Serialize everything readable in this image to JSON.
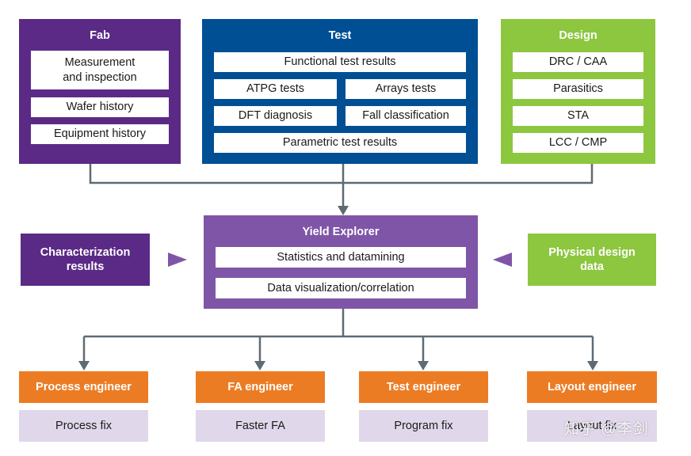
{
  "colors": {
    "fab": "#5b2a86",
    "test": "#004f95",
    "design": "#8dc63f",
    "yield": "#7f55a8",
    "role": "#ec7c24",
    "outcome": "#e0d8ea",
    "connector": "#5f6b73"
  },
  "fab": {
    "title": "Fab",
    "items": [
      "Measurement\nand inspection",
      "Wafer history",
      "Equipment history"
    ]
  },
  "test": {
    "title": "Test",
    "full_top": "Functional test results",
    "left": [
      "ATPG tests",
      "DFT diagnosis"
    ],
    "right": [
      "Arrays tests",
      "Fall classification"
    ],
    "full_bottom": "Parametric test results"
  },
  "design": {
    "title": "Design",
    "items": [
      "DRC / CAA",
      "Parasitics",
      "STA",
      "LCC / CMP"
    ]
  },
  "characterization": {
    "label": "Characterization\nresults"
  },
  "physical": {
    "label": "Physical design\ndata"
  },
  "yield_explorer": {
    "title": "Yield Explorer",
    "items": [
      "Statistics and datamining",
      "Data visualization/correlation"
    ]
  },
  "roles": [
    {
      "role": "Process engineer",
      "outcome": "Process fix"
    },
    {
      "role": "FA engineer",
      "outcome": "Faster FA"
    },
    {
      "role": "Test engineer",
      "outcome": "Program fix"
    },
    {
      "role": "Layout engineer",
      "outcome": "Layout fix"
    }
  ],
  "watermark": "知乎 @李剑"
}
